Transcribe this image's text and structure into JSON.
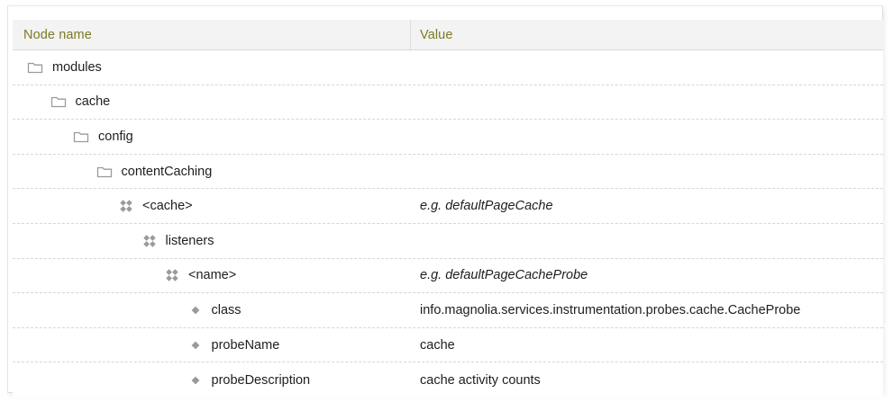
{
  "table": {
    "columns": [
      {
        "key": "nodename",
        "label": "Node name"
      },
      {
        "key": "value",
        "label": "Value"
      }
    ],
    "rows": [
      {
        "name": "modules",
        "value": "",
        "icon": "folder-icon",
        "level": 0,
        "italic": false
      },
      {
        "name": "cache",
        "value": "",
        "icon": "folder-icon",
        "level": 1,
        "italic": false
      },
      {
        "name": "config",
        "value": "",
        "icon": "folder-icon",
        "level": 2,
        "italic": false
      },
      {
        "name": "contentCaching",
        "value": "",
        "icon": "folder-icon",
        "level": 3,
        "italic": false
      },
      {
        "name": "<cache>",
        "value": "e.g. defaultPageCache",
        "icon": "content-node-icon",
        "level": 4,
        "italic": true
      },
      {
        "name": "listeners",
        "value": "",
        "icon": "content-node-icon",
        "level": 5,
        "italic": false
      },
      {
        "name": "<name>",
        "value": "e.g. defaultPageCacheProbe",
        "icon": "content-node-icon",
        "level": 6,
        "italic": true
      },
      {
        "name": "class",
        "value": "info.magnolia.services.instrumentation.probes.cache.CacheProbe",
        "icon": "property-icon",
        "level": 7,
        "italic": false
      },
      {
        "name": "probeName",
        "value": "cache",
        "icon": "property-icon",
        "level": 7,
        "italic": false
      },
      {
        "name": "probeDescription",
        "value": "cache activity counts",
        "icon": "property-icon",
        "level": 7,
        "italic": false
      }
    ]
  },
  "colors": {
    "header_text": "#7d7a23",
    "header_background": "#f3f3f3",
    "body_text": "#1e1e1e",
    "icon_gray": "#9a9a9a",
    "row_separator": "#d6d6d6"
  }
}
